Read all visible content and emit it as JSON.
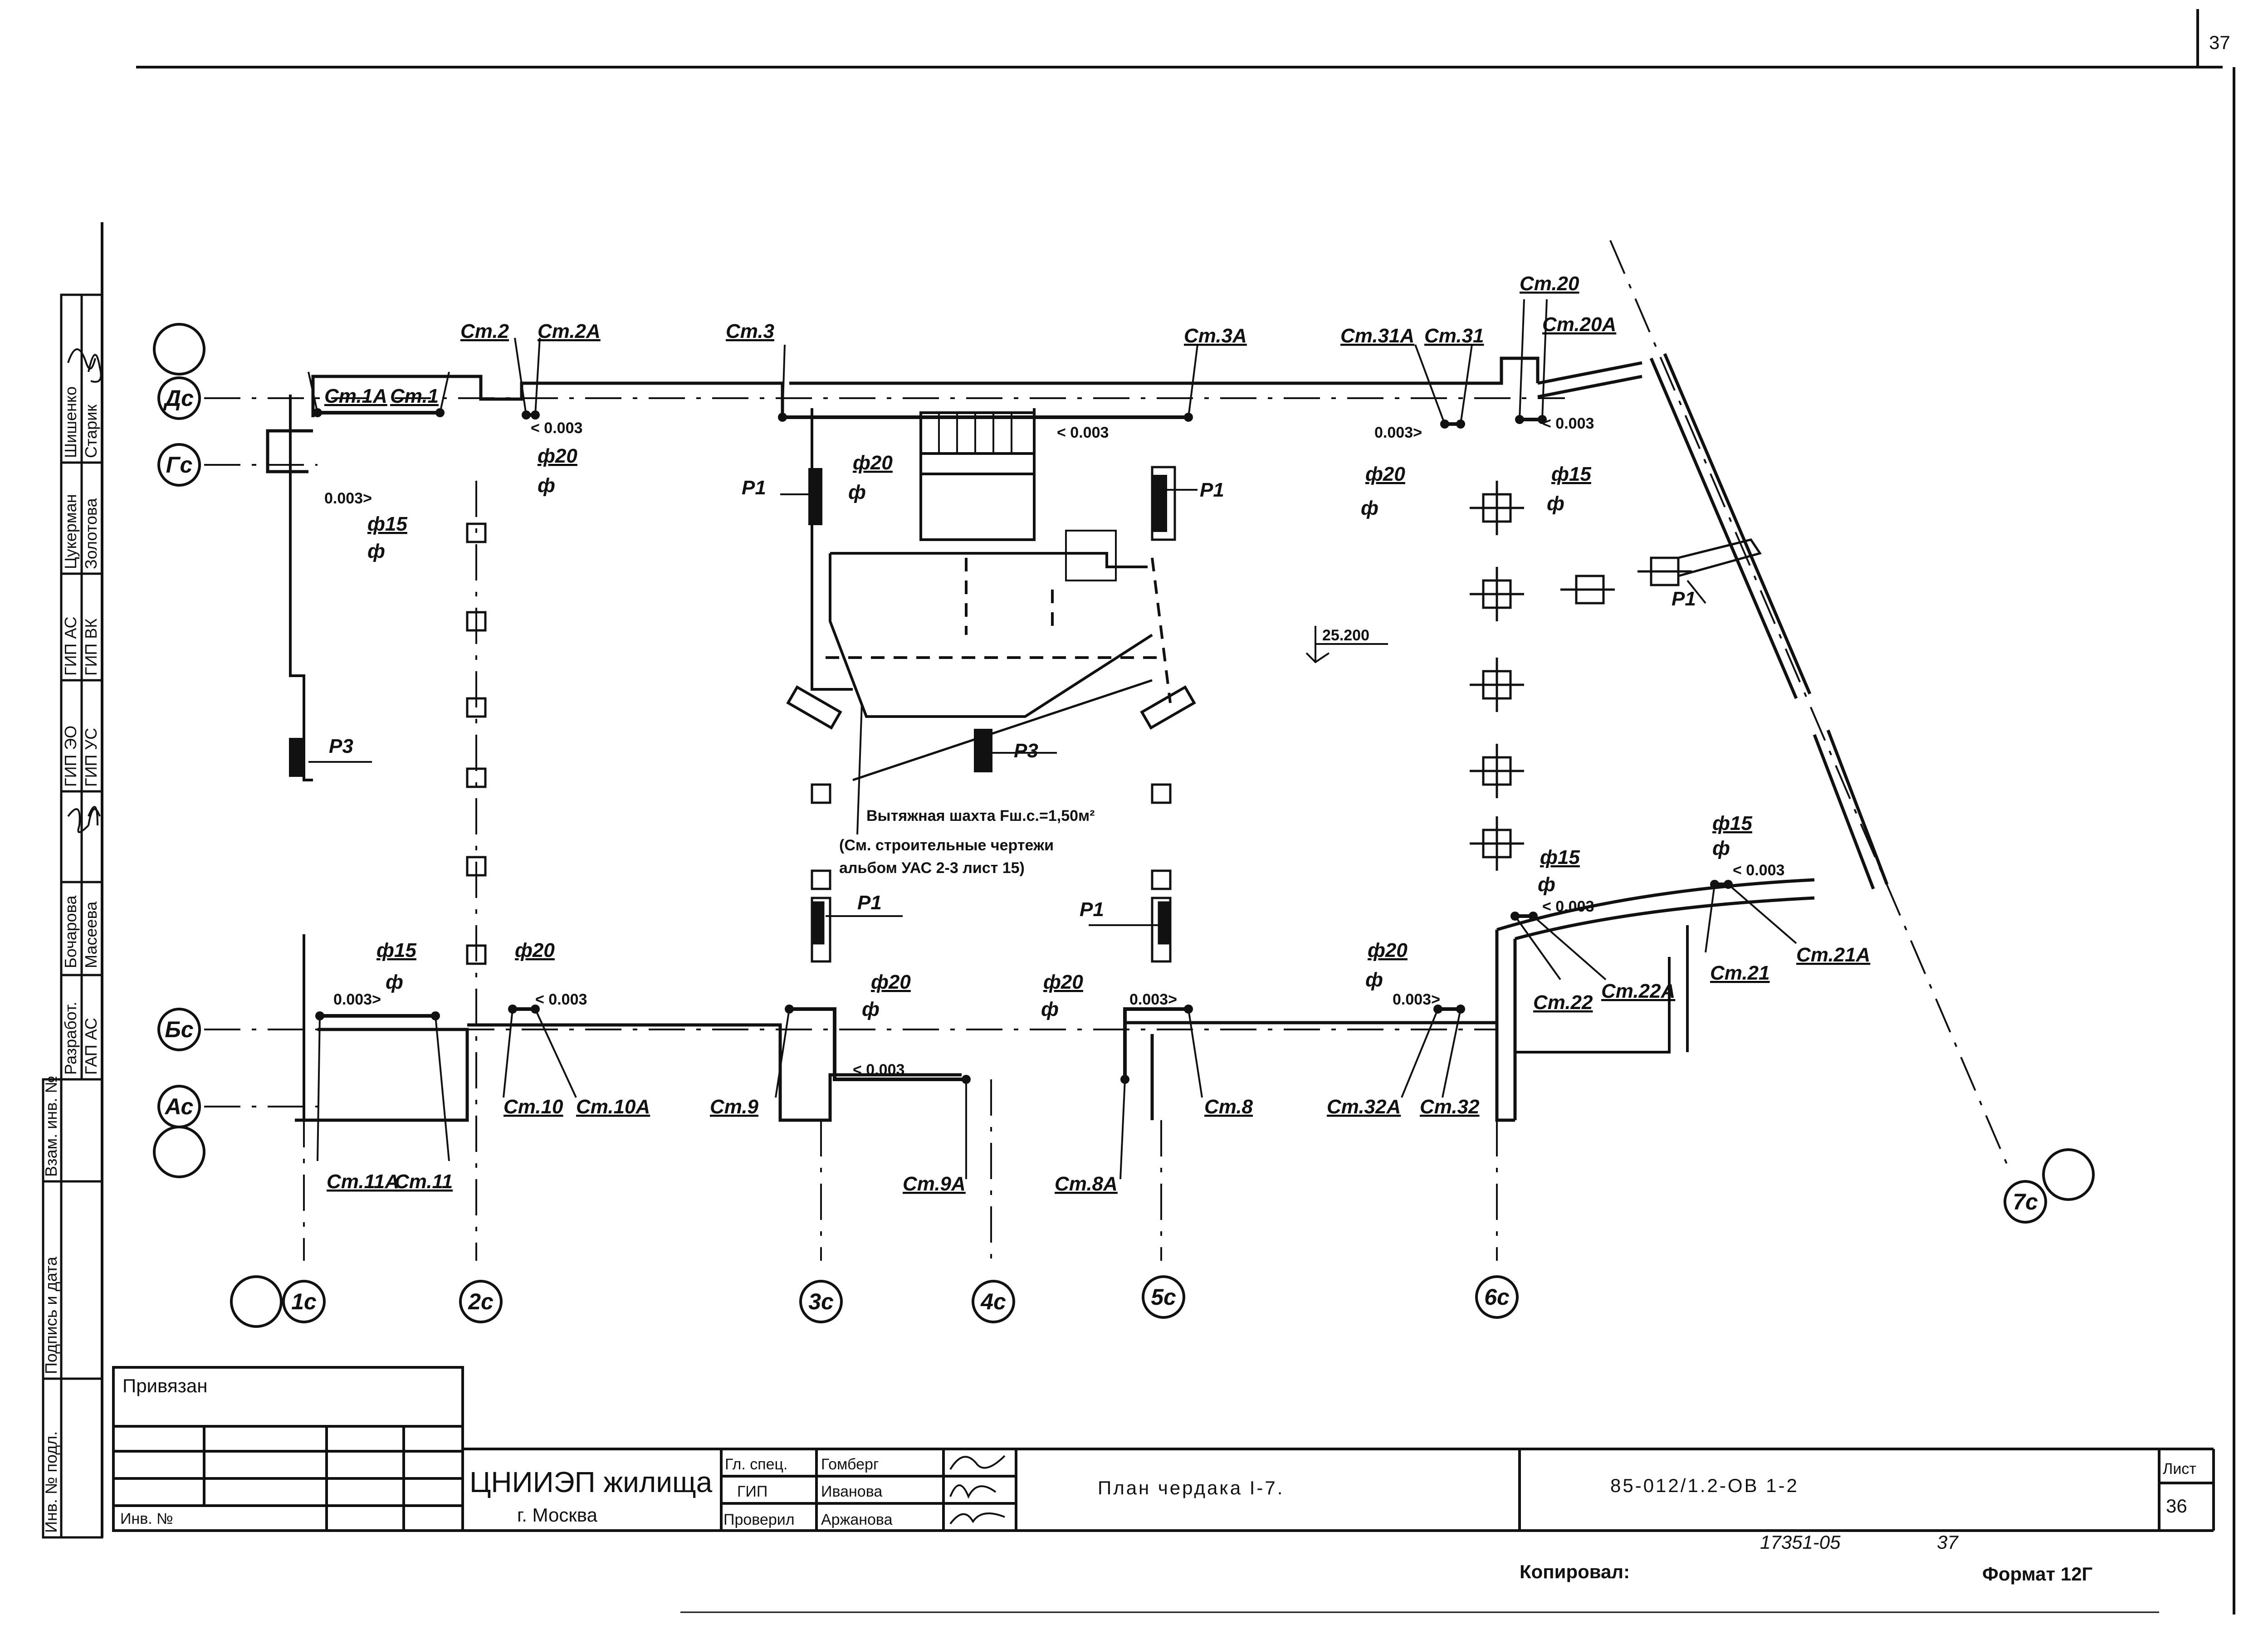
{
  "sheet": {
    "corner_number": "37",
    "sheet_label": "Лист",
    "sheet_number": "36",
    "format": "Формат 12Г",
    "copied_by": "Копировал:",
    "archive_number": "17351-05",
    "archive_page": "37"
  },
  "title_block": {
    "privyazan": "Привязан",
    "inv_no": "Инв. №",
    "org_name": "ЦНИИЭП жилища",
    "org_city": "г. Москва",
    "roles": [
      "Гл. спец.",
      "ГИП",
      "Проверил"
    ],
    "names": [
      "Гомберг",
      "Иванова",
      "Аржанова"
    ],
    "drawing_title": "План чердака  I-7.",
    "drawing_code": "85-012/1.2-ОВ   1-2"
  },
  "side_stamp": {
    "roles": [
      "Разработ.",
      "ГАП АС",
      "ГИП АС",
      "ГИП ВК",
      "ГИП ЭО",
      "ГИП УС"
    ],
    "names": [
      "Бочарова",
      "Масеева",
      "Цукерман",
      "Золотова",
      "Шишенко",
      "Старик"
    ],
    "fields": [
      "Взам. инв. №",
      "Подпись и дата",
      "Инв. № подл."
    ]
  },
  "axes": {
    "rows": [
      "Дс",
      "Гс",
      "Бс",
      "Ас"
    ],
    "columns": [
      "1с",
      "2с",
      "3с",
      "4с",
      "5с",
      "6с",
      "7с"
    ]
  },
  "risers": {
    "st1a": "Ст.1А",
    "st1": "Ст.1",
    "st2": "Ст.2",
    "st2a": "Ст.2А",
    "st3": "Ст.3",
    "st3a": "Ст.3А",
    "st31a": "Ст.31А",
    "st31": "Ст.31",
    "st20": "Ст.20",
    "st20a": "Ст.20А",
    "st11a": "Ст.11А",
    "st11": "Ст.11",
    "st10": "Ст.10",
    "st10a": "Ст.10А",
    "st9": "Ст.9",
    "st9a": "Ст.9А",
    "st8a": "Ст.8А",
    "st8": "Ст.8",
    "st32a": "Ст.32А",
    "st32": "Ст.32",
    "st22": "Ст.22",
    "st22a": "Ст.22А",
    "st21": "Ст.21",
    "st21a": "Ст.21А"
  },
  "annotations": {
    "slope_1": "0.003>",
    "slope_2": "< 0.003",
    "slope_3": "< 0.003",
    "slope_4": "0.003>",
    "slope_5": "< 0.003",
    "slope_6": "0.003>",
    "slope_7": "< 0.003",
    "slope_8": "< 0.003",
    "slope_9": "0.003>",
    "slope_10": "0.003>",
    "slope_11": "< 0.003",
    "slope_12": "< 0.003",
    "d15_a": "ф15",
    "d20_a": "ф20",
    "d20_b": "ф20",
    "d20_c": "ф20",
    "d15_b": "ф15",
    "d15_c": "ф15",
    "d20_d": "ф20",
    "d20_e": "ф20",
    "d20_f": "ф20",
    "d20_g": "ф20",
    "d15_d": "ф15",
    "d15_e": "ф15",
    "phi": "ф",
    "p1": "Р1",
    "p3": "Р3",
    "elevation": "25.200",
    "shaft_1": "Вытяжная шахта Fш.с.=1,50м²",
    "shaft_2": "(См. строительные чертежи",
    "shaft_3": "альбом УАС 2-3 лист 15)"
  }
}
